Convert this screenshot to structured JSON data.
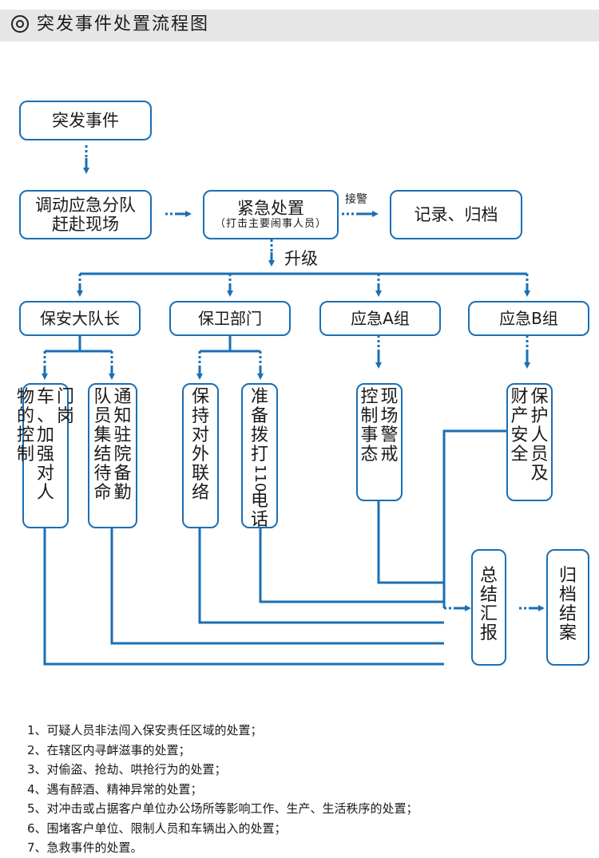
{
  "header": {
    "icon": "double-circle-icon",
    "title": "突发事件处置流程图"
  },
  "flow": {
    "start": "突发事件",
    "dispatch": [
      "调动应急分队",
      "赶赴现场"
    ],
    "emergency": {
      "title": "紧急处置",
      "sub": "（打击主要闹事人员）"
    },
    "handover_label": "接警",
    "record": "记录、归档",
    "escalate_label": "升级",
    "groups": [
      "保安大队长",
      "保卫部门",
      "应急A组",
      "应急B组"
    ],
    "tasks": {
      "t1": [
        "门岗",
        "车、加强对人",
        "物的控制"
      ],
      "t2": [
        "通知驻院备勤",
        "队员集结待命"
      ],
      "t3": [
        "保持对外联络"
      ],
      "t4": [
        "准备拨打110电话"
      ],
      "t5": [
        "现场警戒",
        "控制事态"
      ],
      "t6": [
        "保护人员及",
        "财产安全"
      ]
    },
    "summary": "总结汇报",
    "archive": "归档结案"
  },
  "notes": [
    "1、可疑人员非法闯入保安责任区域的处置；",
    "2、在辖区内寻衅滋事的处置；",
    "3、对偷盗、抢劫、哄抢行为的处置；",
    "4、遇有醉酒、精神异常的处置；",
    "5、对冲击或占据客户单位办公场所等影响工作、生产、生活秩序的处置；",
    "6、围堵客户单位、限制人员和车辆出入的处置；",
    "7、急救事件的处置。"
  ],
  "colors": {
    "line": "#1a6fb5",
    "box_border": "#1a6fb5",
    "title_bg": "#e6e6e6"
  }
}
